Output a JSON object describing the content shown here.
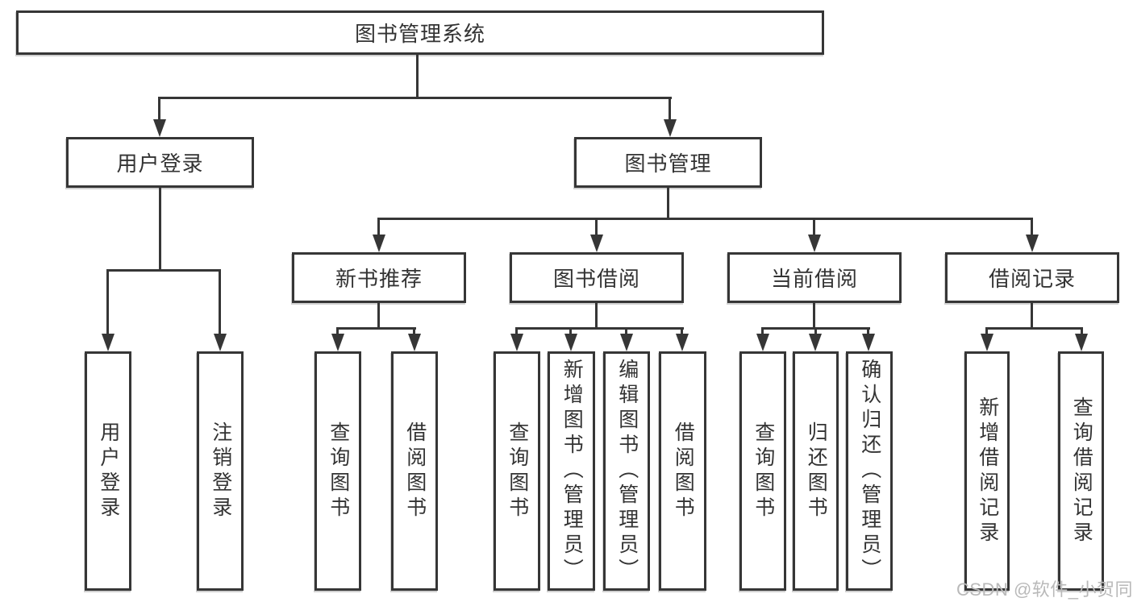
{
  "diagram_title": "图书管理系统",
  "tree": {
    "root": {
      "label": "图书管理系统",
      "children": [
        {
          "label": "用户登录",
          "children": [
            {
              "label": "用户登录"
            },
            {
              "label": "注销登录"
            }
          ]
        },
        {
          "label": "图书管理",
          "children": [
            {
              "label": "新书推荐",
              "children": [
                {
                  "label": "查询图书"
                },
                {
                  "label": "借阅图书"
                }
              ]
            },
            {
              "label": "图书借阅",
              "children": [
                {
                  "label": "查询图书"
                },
                {
                  "label": "新增图书（管理员）"
                },
                {
                  "label": "编辑图书（管理员）"
                },
                {
                  "label": "借阅图书"
                }
              ]
            },
            {
              "label": "当前借阅",
              "children": [
                {
                  "label": "查询图书"
                },
                {
                  "label": "归还图书"
                },
                {
                  "label": "确认归还（管理员）"
                }
              ]
            },
            {
              "label": "借阅记录",
              "children": [
                {
                  "label": "新增借阅记录"
                },
                {
                  "label": "查询借阅记录"
                }
              ]
            }
          ]
        }
      ]
    }
  },
  "watermark": "CSDN @软件_小贺同学",
  "colors": {
    "line": "#363636",
    "text": "#333333",
    "box_background": "#ffffff",
    "page_background": "#ffffff",
    "watermark_color": "#b9b9b9"
  }
}
